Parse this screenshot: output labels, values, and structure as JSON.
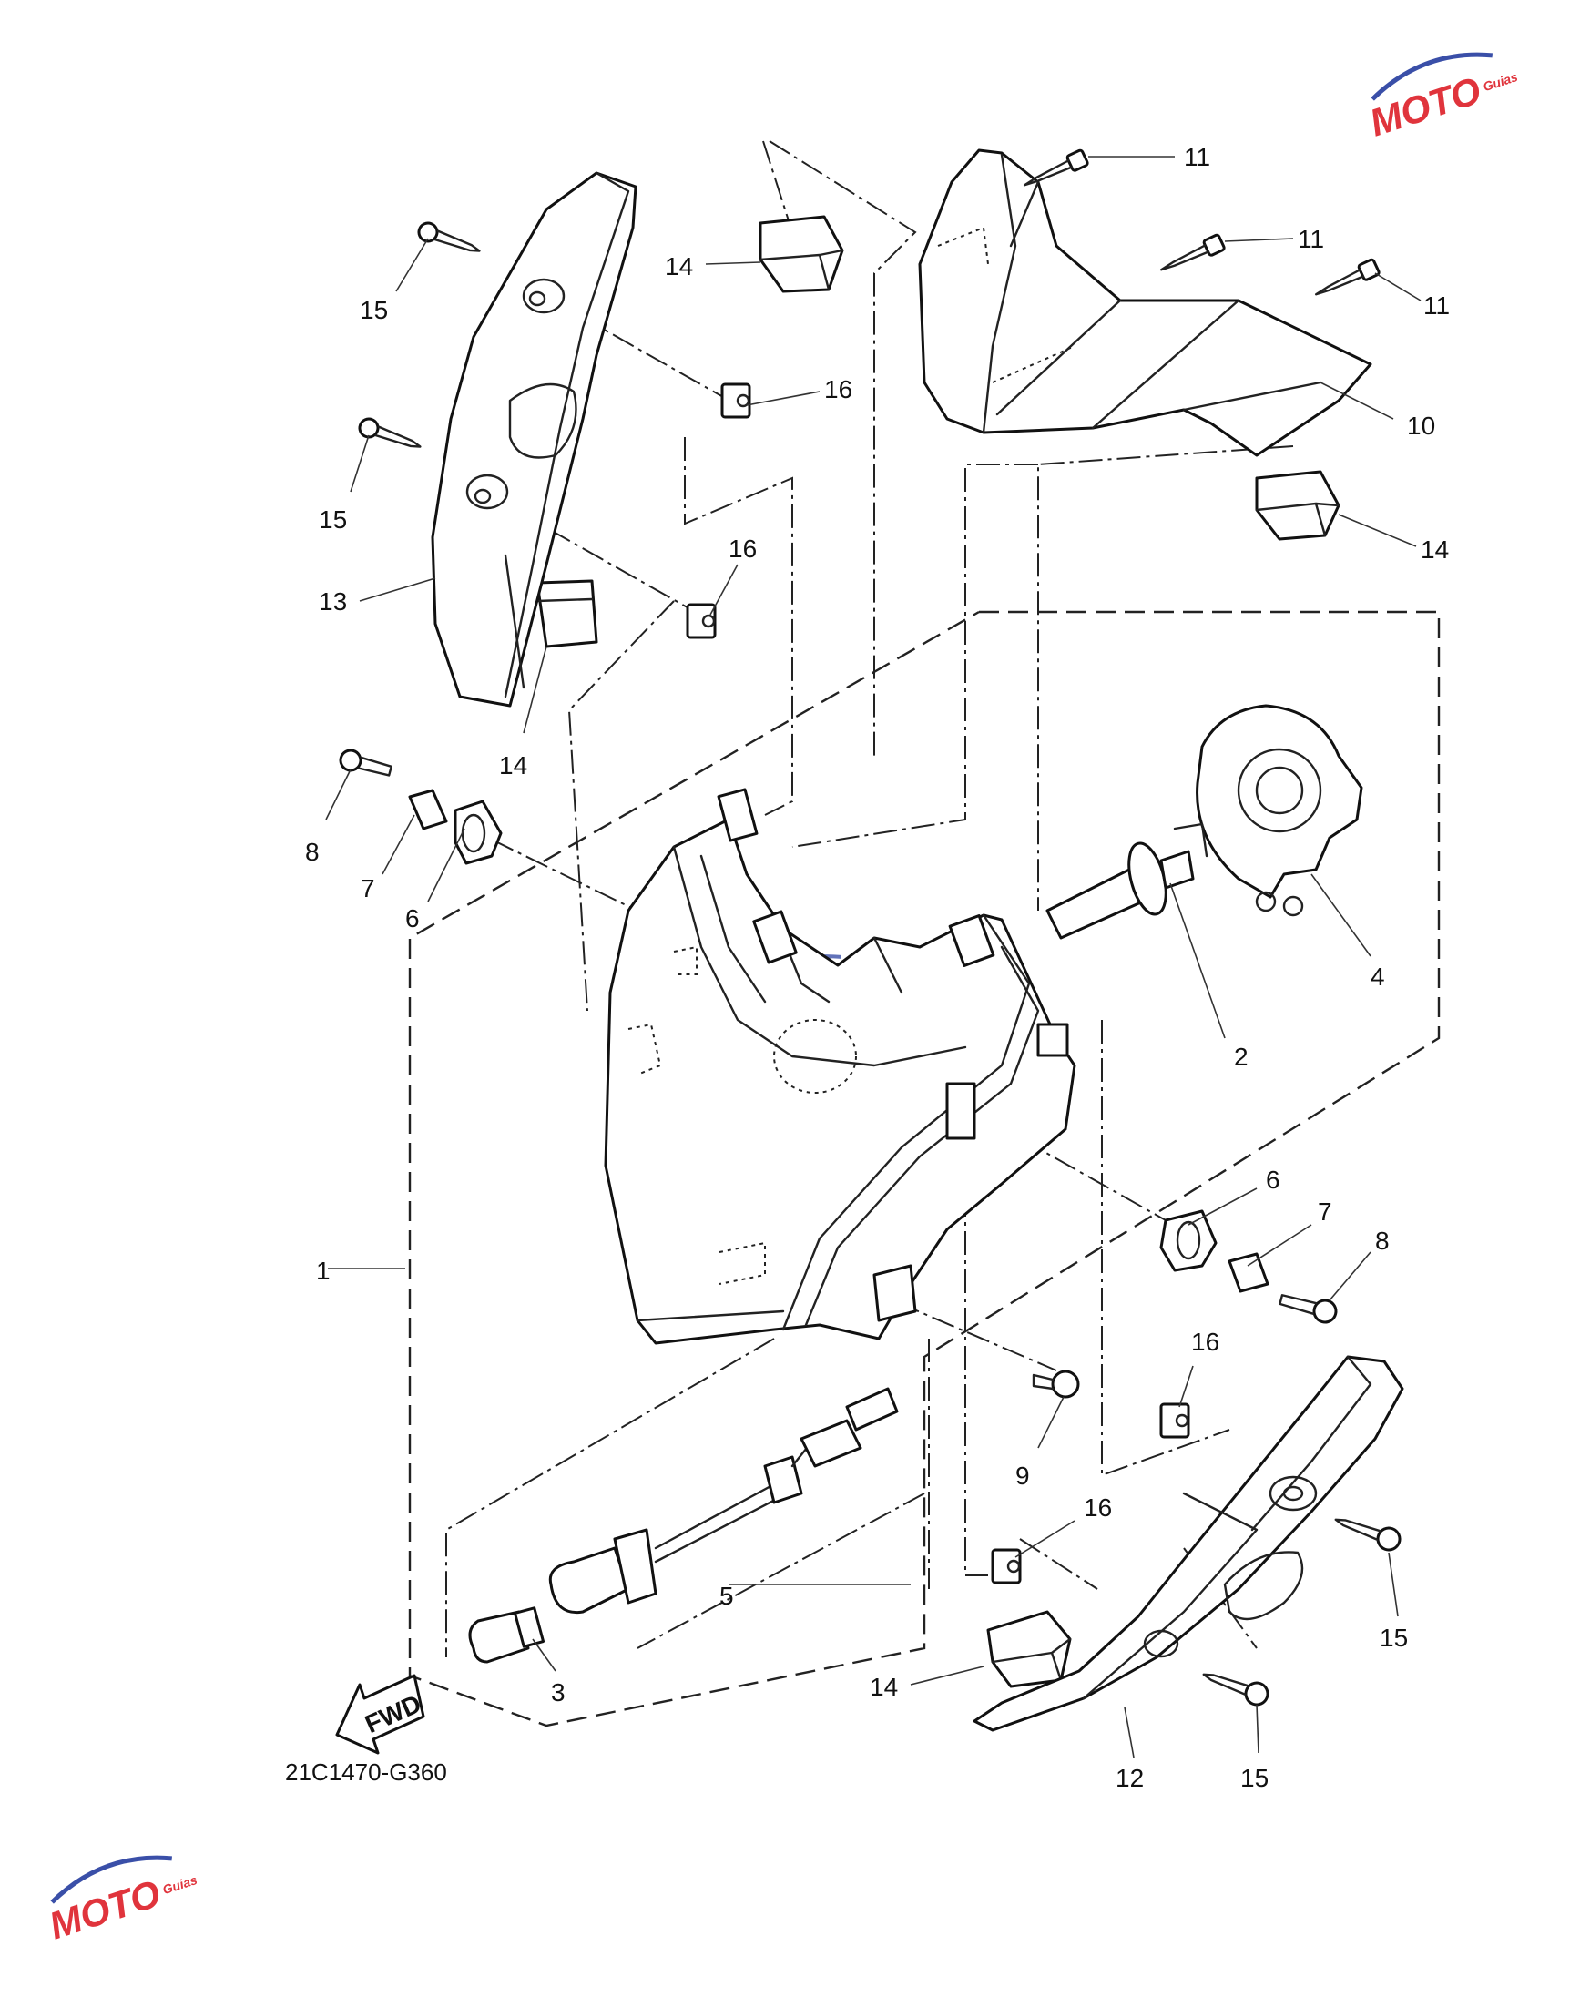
{
  "diagram": {
    "code": "21C1470-G360",
    "fwd_label": "FWD",
    "watermark": {
      "text": "MOTO",
      "sub": "Guias",
      "color": "#e0343c",
      "accent": "#3a4fa8"
    },
    "callouts": [
      {
        "id": "c1",
        "text": "1"
      },
      {
        "id": "c2",
        "text": "2"
      },
      {
        "id": "c3",
        "text": "3"
      },
      {
        "id": "c4",
        "text": "4"
      },
      {
        "id": "c5",
        "text": "5"
      },
      {
        "id": "c6a",
        "text": "6"
      },
      {
        "id": "c6b",
        "text": "6"
      },
      {
        "id": "c7a",
        "text": "7"
      },
      {
        "id": "c7b",
        "text": "7"
      },
      {
        "id": "c8a",
        "text": "8"
      },
      {
        "id": "c8b",
        "text": "8"
      },
      {
        "id": "c9",
        "text": "9"
      },
      {
        "id": "c10",
        "text": "10"
      },
      {
        "id": "c11a",
        "text": "11"
      },
      {
        "id": "c11b",
        "text": "11"
      },
      {
        "id": "c11c",
        "text": "11"
      },
      {
        "id": "c12",
        "text": "12"
      },
      {
        "id": "c13",
        "text": "13"
      },
      {
        "id": "c14a",
        "text": "14"
      },
      {
        "id": "c14b",
        "text": "14"
      },
      {
        "id": "c14c",
        "text": "14"
      },
      {
        "id": "c14d",
        "text": "14"
      },
      {
        "id": "c15a",
        "text": "15"
      },
      {
        "id": "c15b",
        "text": "15"
      },
      {
        "id": "c15c",
        "text": "15"
      },
      {
        "id": "c15d",
        "text": "15"
      },
      {
        "id": "c16a",
        "text": "16"
      },
      {
        "id": "c16b",
        "text": "16"
      },
      {
        "id": "c16c",
        "text": "16"
      },
      {
        "id": "c16d",
        "text": "16"
      }
    ]
  }
}
